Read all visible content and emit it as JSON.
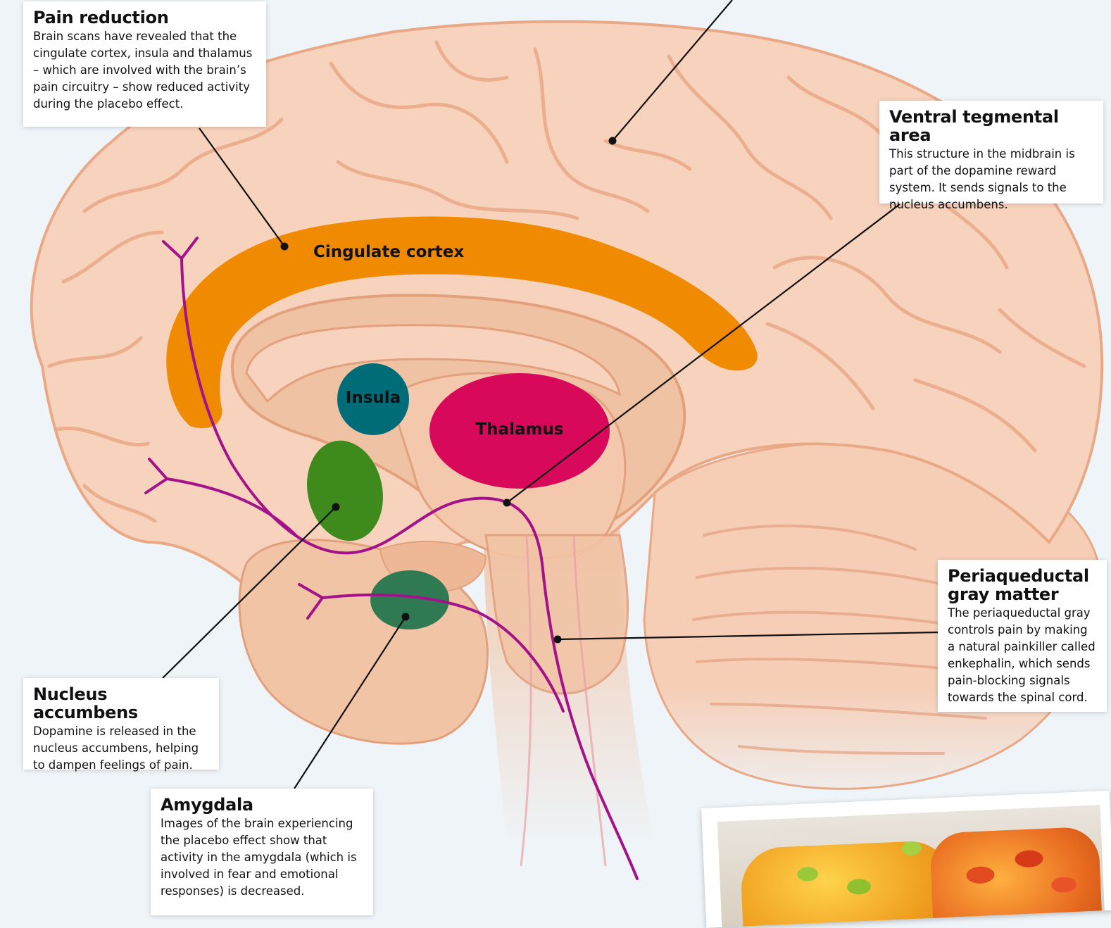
{
  "regions": {
    "cingulate": "Cingulate cortex",
    "insula": "Insula",
    "thalamus": "Thalamus"
  },
  "callouts": {
    "pain_reduction": {
      "title": "Pain reduction",
      "body": "Brain scans have revealed that the cingulate cortex, insula and thalamus – which are involved with the brain’s pain circuitry – show reduced activity during the placebo effect."
    },
    "ventral_tegmental": {
      "title": "Ventral tegmental area",
      "body": "This structure in the midbrain is part of the dopamine reward system. It sends signals to the nucleus accumbens."
    },
    "periaqueductal": {
      "title_line1": "Periaqueductal",
      "title_line2": "gray matter",
      "body": "The periaqueductal gray controls pain by making a natural painkiller called enkephalin, which sends pain-blocking signals towards the spinal cord."
    },
    "nucleus_accumbens": {
      "title": "Nucleus accumbens",
      "body": "Dopamine is released in the nucleus accumbens, helping to dampen feelings of pain."
    },
    "amygdala": {
      "title": "Amygdala",
      "body": "Images of the brain experiencing the placebo effect show that activity in the amygdala (which is involved in fear and emotional responses) is decreased."
    }
  },
  "colors": {
    "brain": "#f7d2bc",
    "brain_fold": "#e9a886",
    "cingulate": "#f08a00",
    "insula": "#006c78",
    "thalamus": "#d8095a",
    "nucleus_accumbens": "#3f8a1c",
    "amygdala": "#2f7a52",
    "pathway": "#a3128a"
  }
}
